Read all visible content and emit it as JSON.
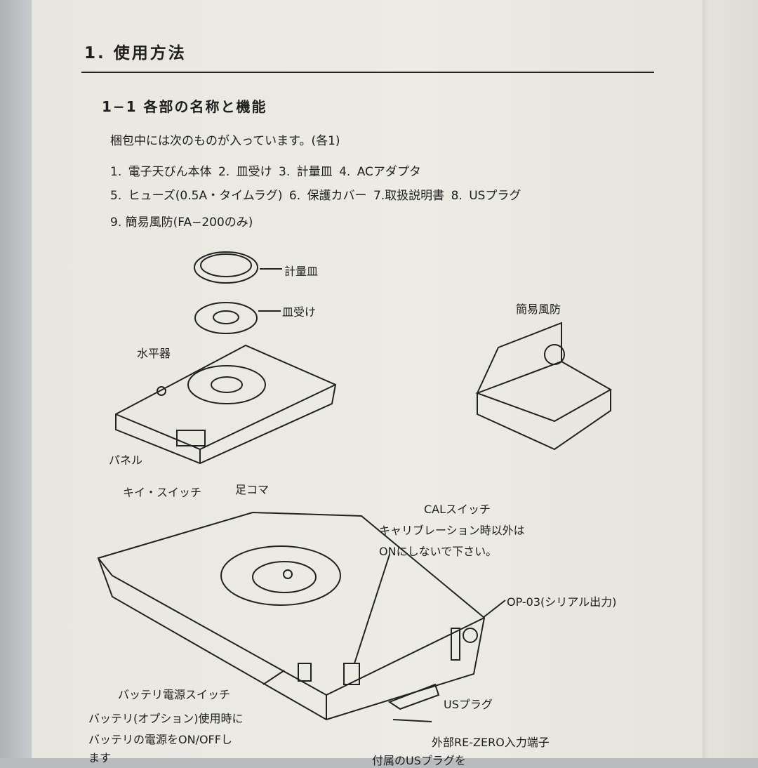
{
  "heading": "1.  使用方法",
  "subheading": "1−1  各部の名称と機能",
  "intro": "梱包中には次のものが入っています。(各1)",
  "items_lines": [
    "1.  電子天びん本体   2.  皿受け   3.  計量皿   4.  ACアダプタ",
    "5.  ヒューズ(0.5A・タイムラグ)   6.  保護カバー   7.取扱説明書   8.  USプラグ",
    "9.  簡易風防(FA−200のみ)"
  ],
  "labels": {
    "pan": "計量皿",
    "pan_holder": "皿受け",
    "level": "水平器",
    "windshield": "簡易風防",
    "panel": "パネル",
    "key_switch": "キイ・スイッチ",
    "foot": "足コマ",
    "cal_switch": "CALスイッチ",
    "cal_note_1": "キャリブレーション時以外は",
    "cal_note_2": "ONにしないで下さい。",
    "op03": "OP-03(シリアル出力)",
    "battery_switch": "バッテリ電源スイッチ",
    "battery_note_1": "バッテリ(オプション)使用時に",
    "battery_note_2": "バッテリの電源をON/OFFし",
    "battery_note_3": "ます",
    "us_plug": "USプラグ",
    "rezero": "外部RE-ZERO入力端子",
    "rezero_note": "付属のUSプラグを"
  }
}
